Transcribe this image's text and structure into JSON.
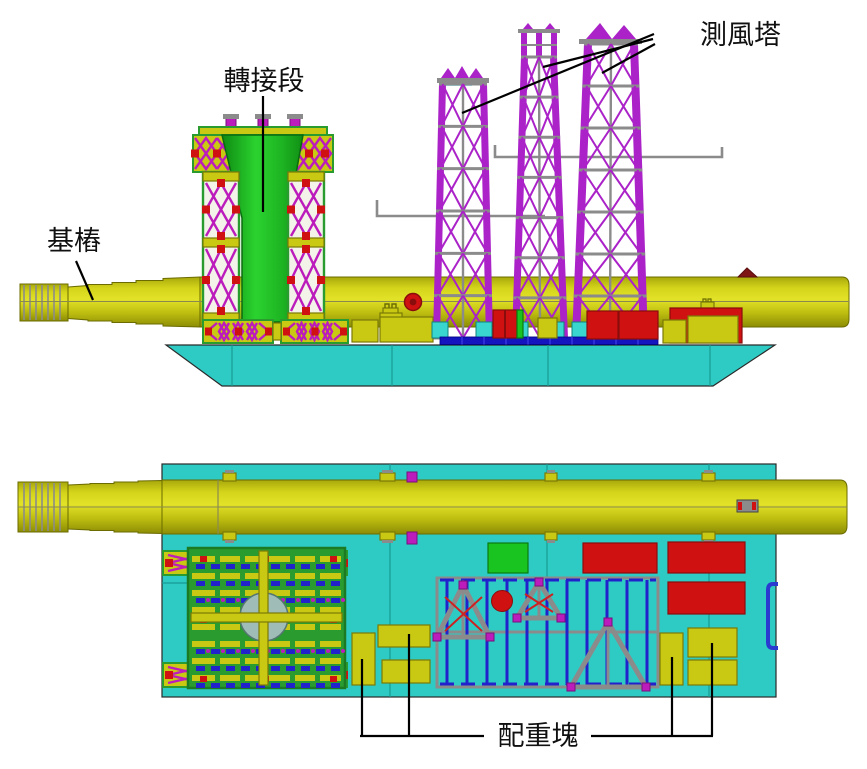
{
  "diagram": {
    "labels": {
      "foundation_pile": "基樁",
      "transition_piece": "轉接段",
      "met_mast": "測風塔",
      "counterweight": "配重塊"
    },
    "colors": {
      "hull_cyan": "#2ecbc4",
      "pile_yellow": "#c9c913",
      "transition_green": "#1ec227",
      "frame_green": "#2a9c2f",
      "lattice_magenta": "#aa22c8",
      "equipment_red": "#cf1111",
      "rail_blue": "#1515bf",
      "tie_gray": "#8b8b8b"
    }
  }
}
